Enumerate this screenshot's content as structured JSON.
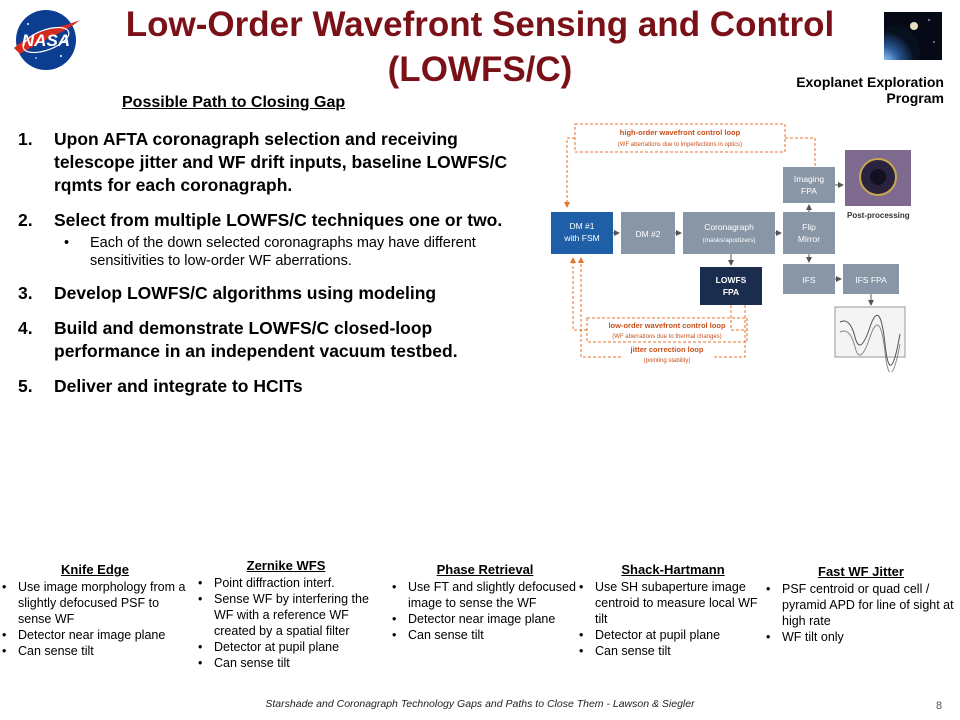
{
  "title_line1": "Low-Order Wavefront Sensing and Control",
  "title_line2": "(LOWFS/C)",
  "program": "Exoplanet Exploration Program",
  "logo_text": "NASA",
  "subheading": "Possible Path to Closing Gap",
  "steps": [
    {
      "num": "1.",
      "text": "Upon AFTA coronagraph selection and receiving telescope jitter and WF drift inputs, baseline LOWFS/C rqmts for each coronagraph."
    },
    {
      "num": "2.",
      "text": "Select from multiple LOWFS/C techniques one or two.",
      "sub": "Each of the down selected coronagraphs may have different sensitivities to low-order WF aberrations."
    },
    {
      "num": "3.",
      "text": "Develop LOWFS/C algorithms using modeling"
    },
    {
      "num": "4.",
      "text": "Build and demonstrate LOWFS/C closed-loop performance in an independent vacuum testbed."
    },
    {
      "num": "5.",
      "text": "Deliver and integrate to HCITs"
    }
  ],
  "diagram": {
    "high_loop_title": "high-order wavefront control loop",
    "high_loop_sub": "(WF aberrations due to imperfections in optics)",
    "dm1": [
      "DM #1",
      "with FSM"
    ],
    "dm2": "DM #2",
    "coronagraph": "Coronagraph",
    "coronagraph_sub": "(masks/apodizers)",
    "imaging_fpa": [
      "Imaging",
      "FPA"
    ],
    "flip_mirror": [
      "Flip",
      "Mirror"
    ],
    "post_processing": "Post-processing",
    "lowfs_fpa": [
      "LOWFS",
      "FPA"
    ],
    "ifs": "IFS",
    "ifs_fpa": "IFS FPA",
    "low_loop_title": "low-order wavefront control loop",
    "low_loop_sub": "(WF aberrations due to thermal changes)",
    "jitter_title": "jitter correction loop",
    "jitter_sub": "(pointing stability)"
  },
  "techniques": [
    {
      "name": "Knife Edge",
      "items": [
        "Use image morphology from a slightly defocused PSF to sense WF",
        "Detector near image plane",
        "Can sense tilt"
      ]
    },
    {
      "name": "Zernike WFS",
      "items": [
        "Point diffraction interf.",
        "Sense WF by interfering the WF with a reference WF created by a spatial filter",
        "Detector at pupil plane",
        "Can sense tilt"
      ]
    },
    {
      "name": "Phase Retrieval",
      "items": [
        "Use FT and slightly defocused image to sense the WF",
        "Detector near image plane",
        "Can sense tilt"
      ]
    },
    {
      "name": "Shack-Hartmann",
      "items": [
        "Use SH subaperture image centroid to measure local WF tilt",
        "Detector at pupil plane",
        "Can sense tilt"
      ]
    },
    {
      "name": "Fast WF Jitter",
      "items": [
        "PSF centroid or quad cell / pyramid APD for line of sight at high rate",
        "WF tilt only"
      ]
    }
  ],
  "footer": "Starshade and Coronagraph Technology Gaps and Paths to Close Them - Lawson & Siegler",
  "page_number": "8",
  "colors": {
    "title": "#7b1118",
    "box_blue": "#1f5fa8",
    "box_gray": "#8896a6",
    "box_navy": "#1b2d4f",
    "loop_orange": "#e8732a",
    "nasa_blue": "#0b3d91",
    "nasa_red": "#d52b1e"
  }
}
